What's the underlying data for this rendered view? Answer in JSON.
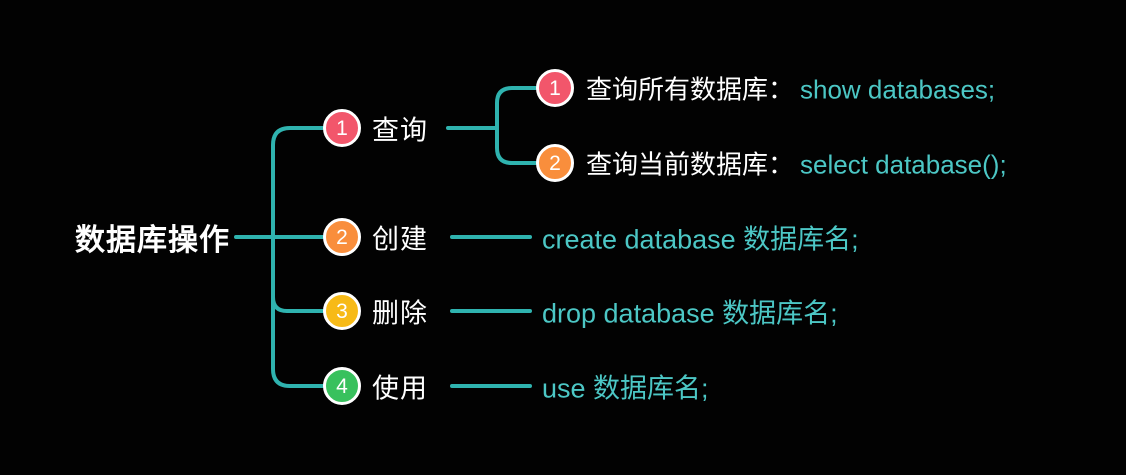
{
  "colors": {
    "background": "#020202",
    "line": "#2FB3AF",
    "code_text": "#4CC7C5",
    "text": "#FFFFFF"
  },
  "root": {
    "label": "数据库操作"
  },
  "branches": [
    {
      "num": "1",
      "label": "查询",
      "badge_color": "#F2566B",
      "children": [
        {
          "num": "1",
          "badge_color": "#F2566B",
          "desc": "查询所有数据库：",
          "code": "show databases;"
        },
        {
          "num": "2",
          "badge_color": "#F98E3C",
          "desc": "查询当前数据库：",
          "code": "select database();"
        }
      ]
    },
    {
      "num": "2",
      "label": "创建",
      "badge_color": "#F98E3C",
      "code": "create database 数据库名;"
    },
    {
      "num": "3",
      "label": "删除",
      "badge_color": "#F7BA17",
      "code": "drop database 数据库名;"
    },
    {
      "num": "4",
      "label": "使用",
      "badge_color": "#38C15D",
      "code": "use 数据库名;"
    }
  ]
}
